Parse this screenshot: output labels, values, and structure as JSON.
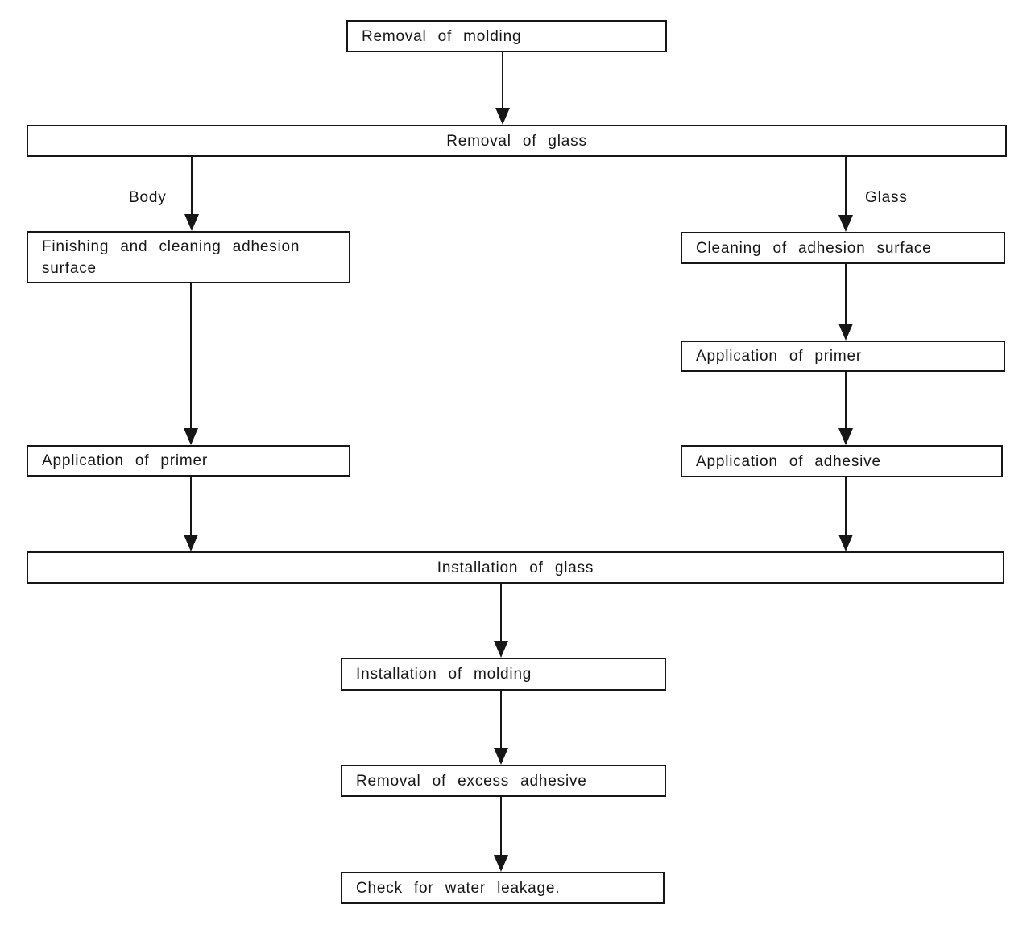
{
  "diagram": {
    "type": "flowchart",
    "description": "Glass replacement work procedure flowchart",
    "colors": {
      "ink": "#161616",
      "paper": "#ffffff"
    },
    "nodes": {
      "removal_molding": {
        "label": "Removal of molding"
      },
      "removal_glass": {
        "label": "Removal of glass"
      },
      "finishing_cleaning": {
        "label": "Finishing and cleaning adhesion surface"
      },
      "application_primer_body": {
        "label": "Application of primer"
      },
      "cleaning_adhesion": {
        "label": "Cleaning of adhesion surface"
      },
      "application_primer_glass": {
        "label": "Application of primer"
      },
      "application_adhesive": {
        "label": "Application of adhesive"
      },
      "installation_glass": {
        "label": "Installation of glass"
      },
      "installation_molding": {
        "label": "Installation of molding"
      },
      "removal_excess_adhesive": {
        "label": "Removal of excess adhesive"
      },
      "check_water_leakage": {
        "label": "Check for water leakage."
      }
    },
    "branch_labels": {
      "body": "Body",
      "glass": "Glass"
    },
    "edges": [
      {
        "from": "removal_molding",
        "to": "removal_glass"
      },
      {
        "from": "removal_glass",
        "to": "finishing_cleaning",
        "label": "Body"
      },
      {
        "from": "removal_glass",
        "to": "cleaning_adhesion",
        "label": "Glass"
      },
      {
        "from": "finishing_cleaning",
        "to": "application_primer_body"
      },
      {
        "from": "application_primer_body",
        "to": "installation_glass"
      },
      {
        "from": "cleaning_adhesion",
        "to": "application_primer_glass"
      },
      {
        "from": "application_primer_glass",
        "to": "application_adhesive"
      },
      {
        "from": "application_adhesive",
        "to": "installation_glass"
      },
      {
        "from": "installation_glass",
        "to": "installation_molding"
      },
      {
        "from": "installation_molding",
        "to": "removal_excess_adhesive"
      },
      {
        "from": "removal_excess_adhesive",
        "to": "check_water_leakage"
      }
    ]
  }
}
